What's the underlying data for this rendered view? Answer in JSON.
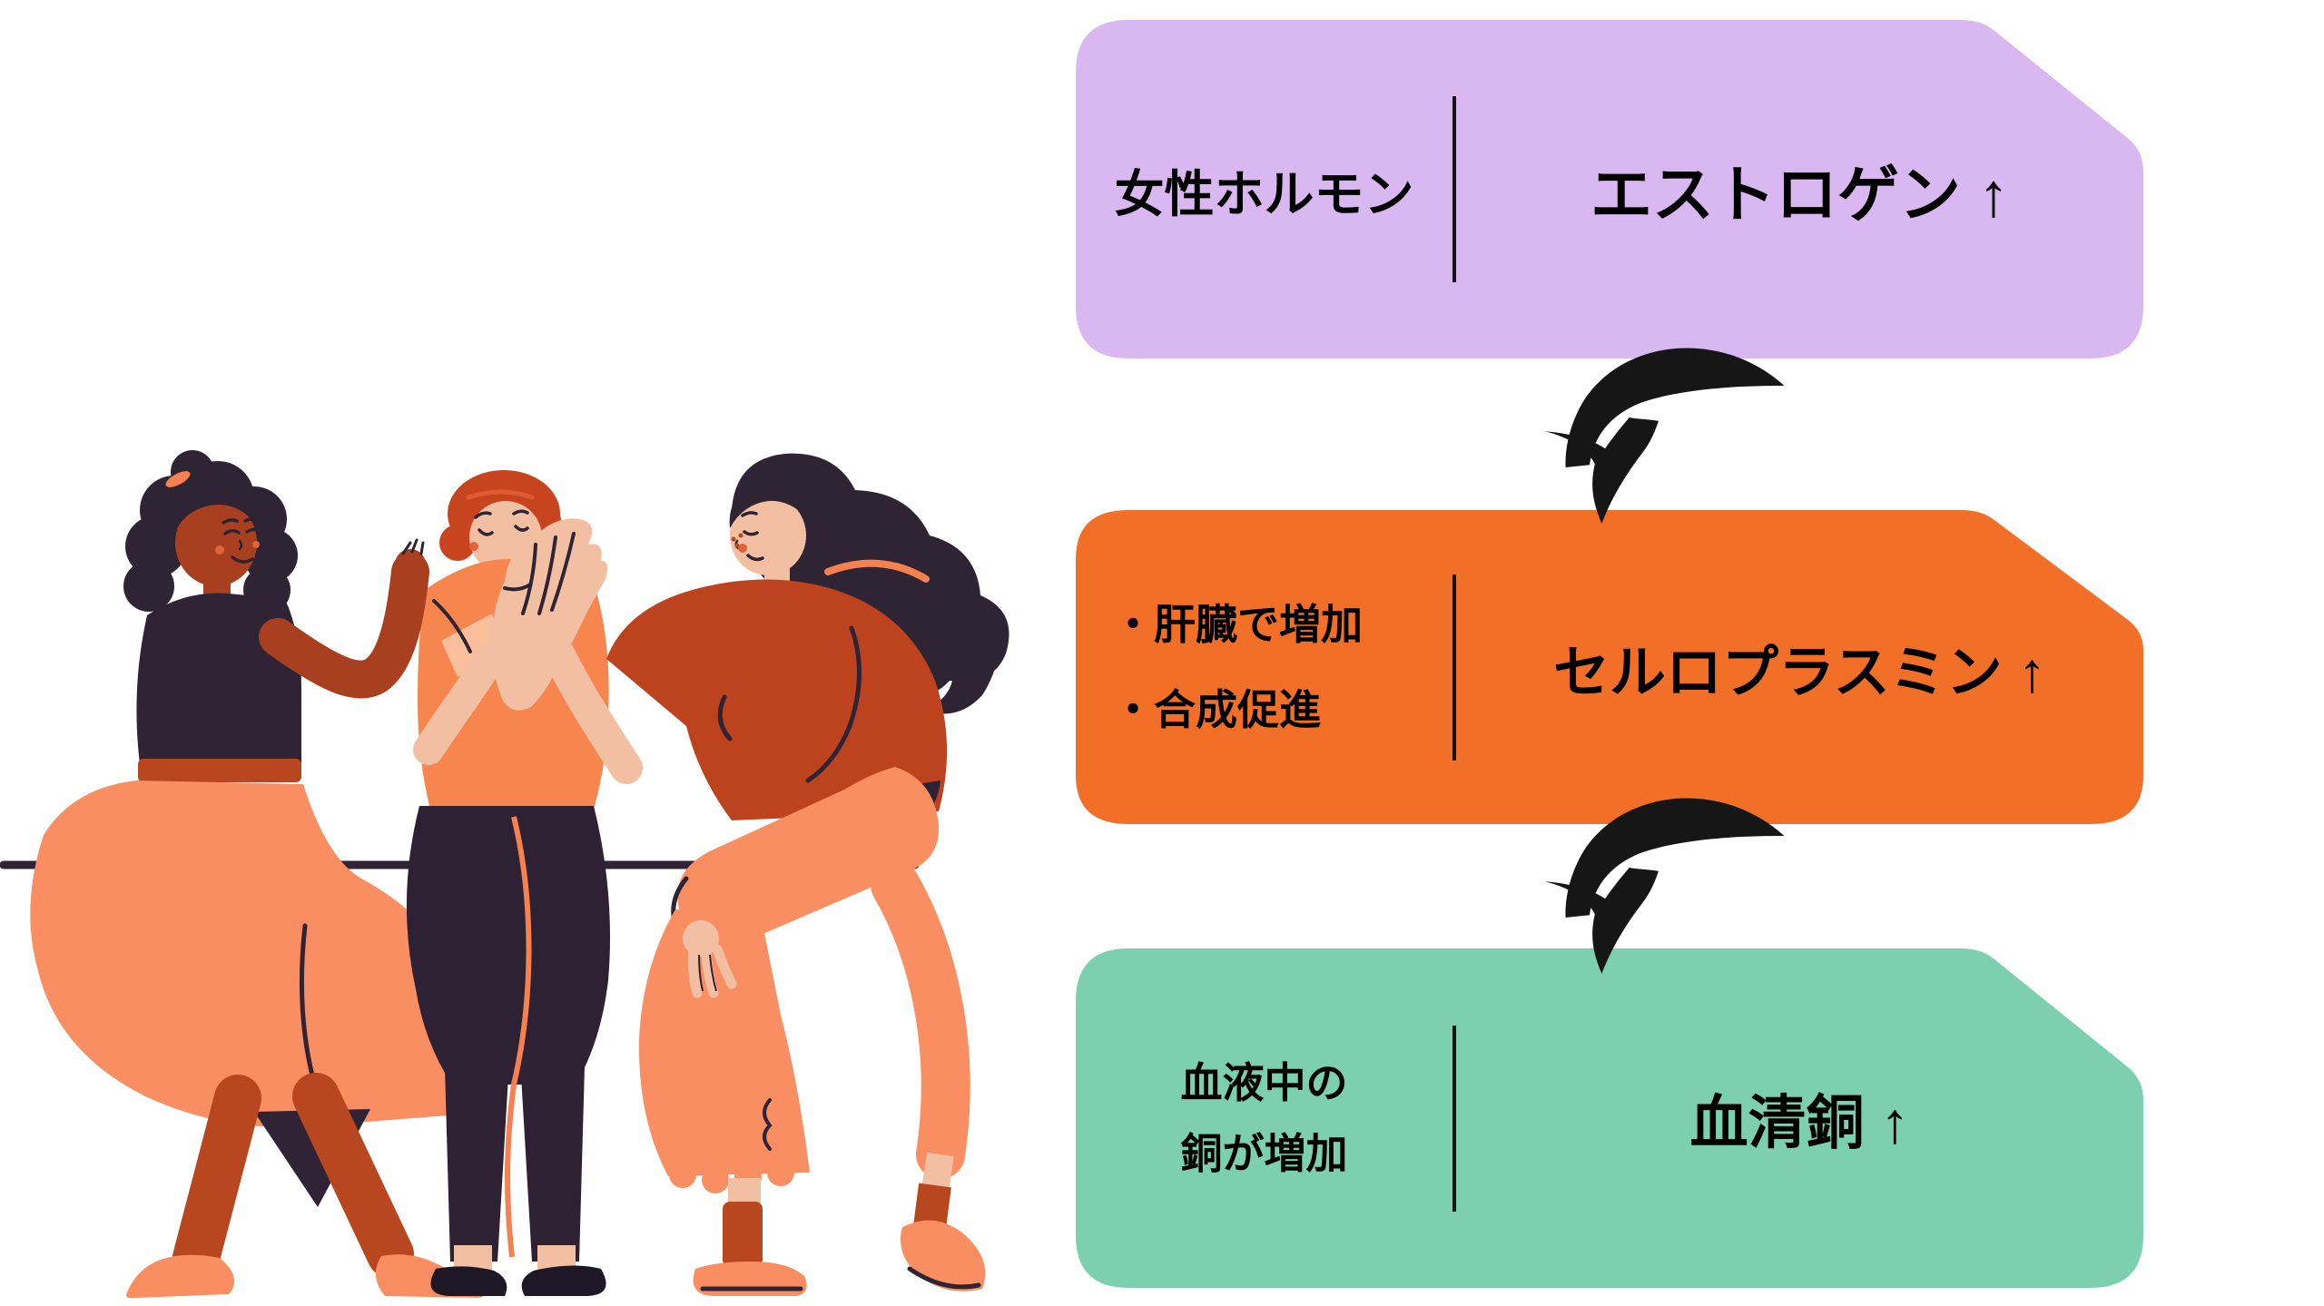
{
  "flowchart": {
    "steps": [
      {
        "id": "estrogen",
        "label_lines": [
          "女性ホルモン"
        ],
        "value": "エストロゲン ↑",
        "color": "#d9b7f1"
      },
      {
        "id": "ceruloplasmin",
        "label_lines": [
          "・肝臓で増加",
          "・合成促進"
        ],
        "value": "セルロプラスミン ↑",
        "color": "#f26f27"
      },
      {
        "id": "serum-copper",
        "label_lines": [
          "血液中の",
          "銅が増加"
        ],
        "value": "血清銅 ↑",
        "color": "#7ccfb0"
      }
    ],
    "arrow_color": "#161616",
    "divider_color": "#141414",
    "text_color": "#000000"
  },
  "illustration": {
    "subject": "泣いている友人を慰める三人の女性",
    "palette": {
      "salmon": "#f98e63",
      "rust": "#bd431f",
      "dark_rust": "#b8471f",
      "dark_skin": "#a84020",
      "light_skin": "#f2bfa3",
      "dark_hair": "#2e2433",
      "navy": "#2e2133",
      "orange_shirt": "#f6854e",
      "orange_hair": "#c7441f",
      "accent_orange": "#f58050",
      "blush": "#e0633a"
    }
  }
}
